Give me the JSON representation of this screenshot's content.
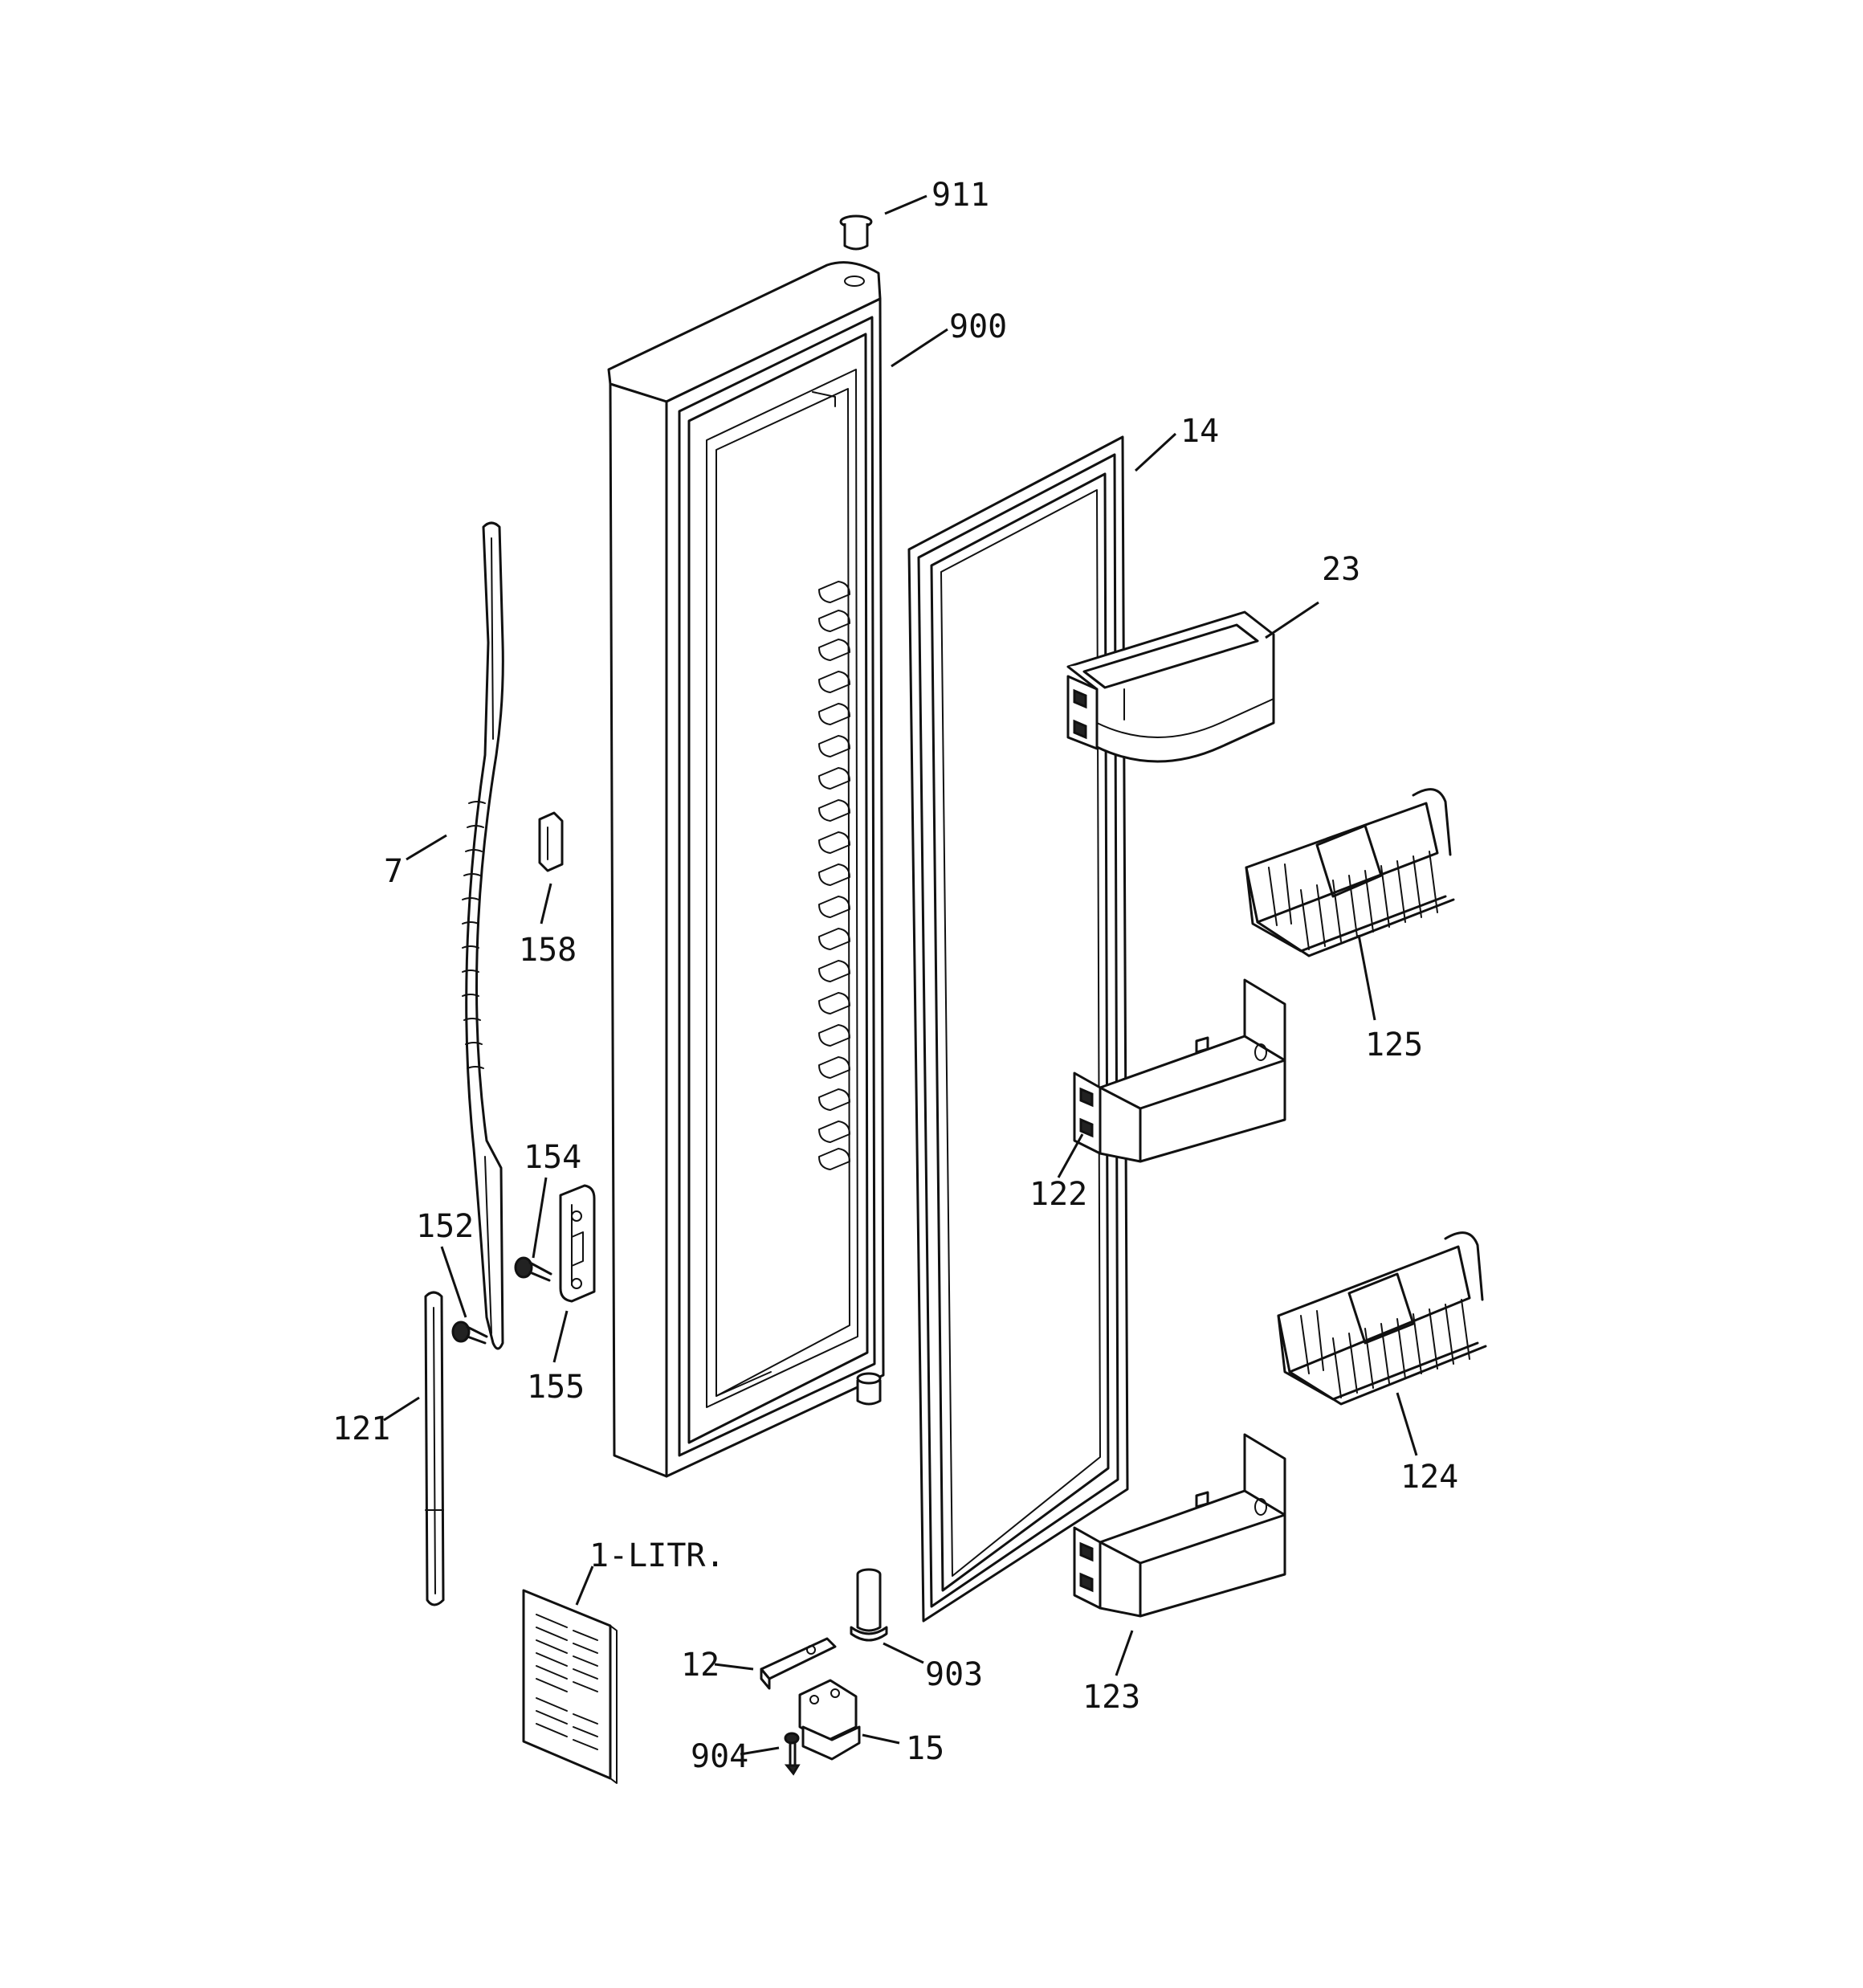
{
  "parts": {
    "911": "911",
    "900": "900",
    "14": "14",
    "23": "23",
    "7": "7",
    "158": "158",
    "125": "125",
    "154": "154",
    "152": "152",
    "122": "122",
    "155": "155",
    "121": "121",
    "124": "124",
    "literature": "1-LITR.",
    "12": "12",
    "903": "903",
    "123": "123",
    "904": "904",
    "15": "15"
  }
}
